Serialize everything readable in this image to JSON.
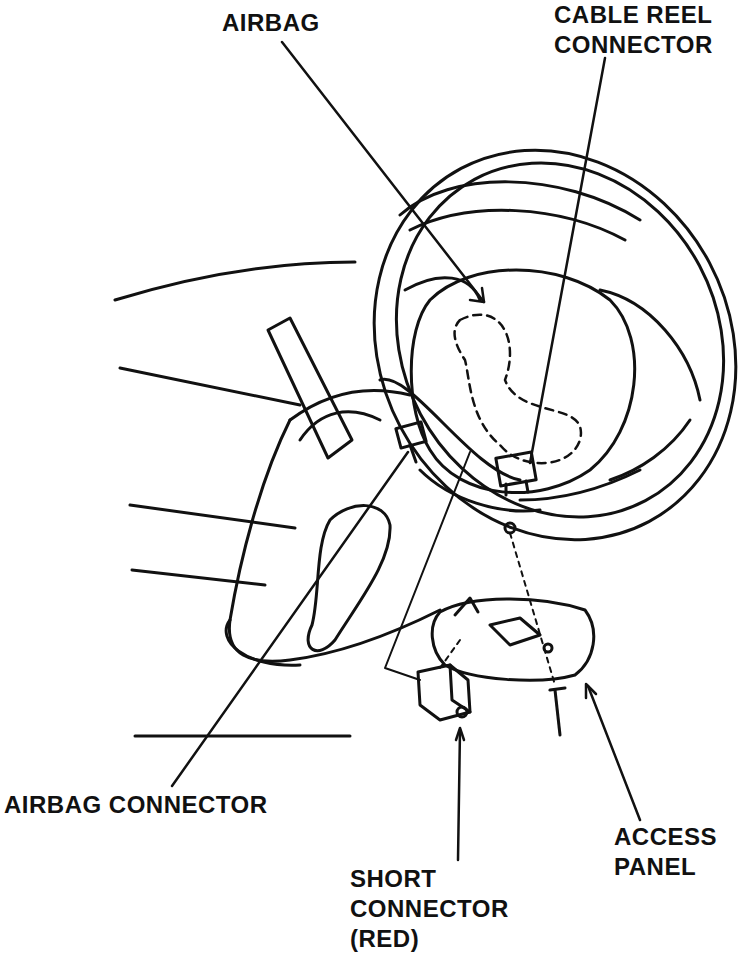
{
  "diagram": {
    "labels": [
      "AIRBAG",
      "CABLE REEL CONNECTOR",
      "AIRBAG CONNECTOR",
      "SHORT CONNECTOR (RED)",
      "ACCESS PANEL"
    ]
  }
}
